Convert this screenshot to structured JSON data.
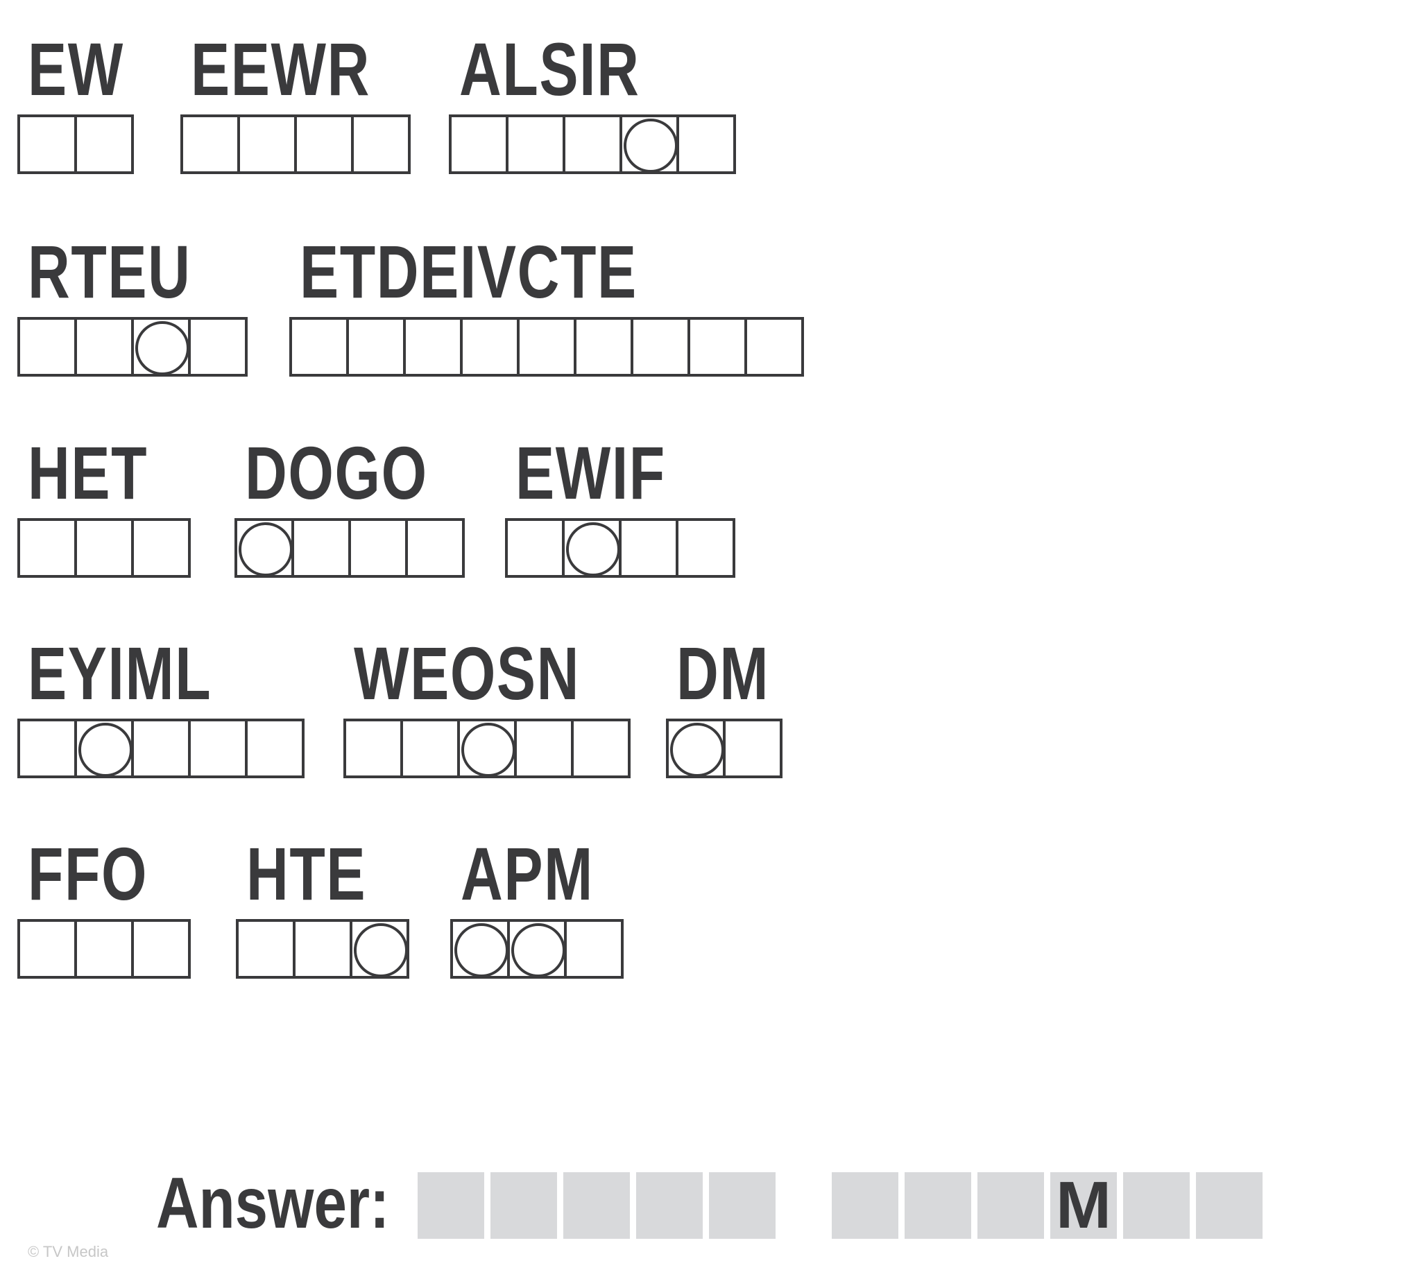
{
  "puzzle": {
    "rows": [
      {
        "words": [
          {
            "scramble": "EW",
            "length": 2,
            "circles": []
          },
          {
            "scramble": "EEWR",
            "length": 4,
            "circles": []
          },
          {
            "scramble": "ALSIR",
            "length": 5,
            "circles": [
              3
            ]
          }
        ]
      },
      {
        "words": [
          {
            "scramble": "RTEU",
            "length": 4,
            "circles": [
              2
            ]
          },
          {
            "scramble": "ETDEIVCTE",
            "length": 9,
            "circles": []
          }
        ]
      },
      {
        "words": [
          {
            "scramble": "HET",
            "length": 3,
            "circles": []
          },
          {
            "scramble": "DOGO",
            "length": 4,
            "circles": [
              0
            ]
          },
          {
            "scramble": "EWIF",
            "length": 4,
            "circles": [
              1
            ]
          }
        ]
      },
      {
        "words": [
          {
            "scramble": "EYIML",
            "length": 5,
            "circles": [
              1
            ]
          },
          {
            "scramble": "WEOSN",
            "length": 5,
            "circles": [
              2
            ]
          },
          {
            "scramble": "DM",
            "length": 2,
            "circles": [
              0
            ]
          }
        ]
      },
      {
        "words": [
          {
            "scramble": "FFO",
            "length": 3,
            "circles": []
          },
          {
            "scramble": "HTE",
            "length": 3,
            "circles": [
              2
            ]
          },
          {
            "scramble": "APM",
            "length": 3,
            "circles": [
              0,
              1
            ]
          }
        ]
      }
    ]
  },
  "answer": {
    "label": "Answer:",
    "words": [
      [
        "",
        "",
        "",
        "",
        "",
        ""
      ],
      [
        "",
        "",
        "",
        "M",
        "",
        ""
      ]
    ]
  },
  "copyright": "© TV Media"
}
